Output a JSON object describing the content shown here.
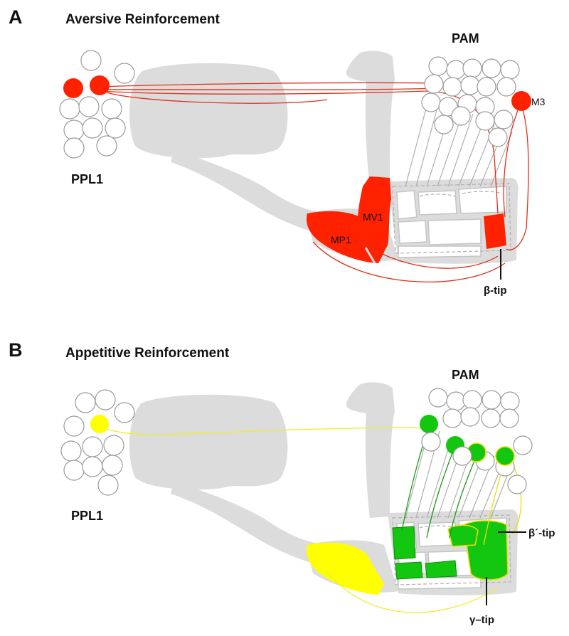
{
  "panels": [
    {
      "letter": "A",
      "title": "Aversive Reinforcement",
      "cluster_left": "PPL1",
      "cluster_right": "PAM",
      "labels": {
        "mv1": "MV1",
        "mp1": "MP1",
        "m3": "M3",
        "tip": "β-tip"
      },
      "colors": {
        "highlight": "#ff2200",
        "line": "#e0301a"
      }
    },
    {
      "letter": "B",
      "title": "Appetitive Reinforcement",
      "cluster_left": "PPL1",
      "cluster_right": "PAM",
      "labels": {
        "tip1": "β´-tip",
        "tip2": "γ–tip"
      },
      "colors": {
        "ppl1": "#ffff00",
        "pam": "#13c60f",
        "pam_line": "#1a9a15",
        "outline": "#e8e000"
      }
    }
  ]
}
